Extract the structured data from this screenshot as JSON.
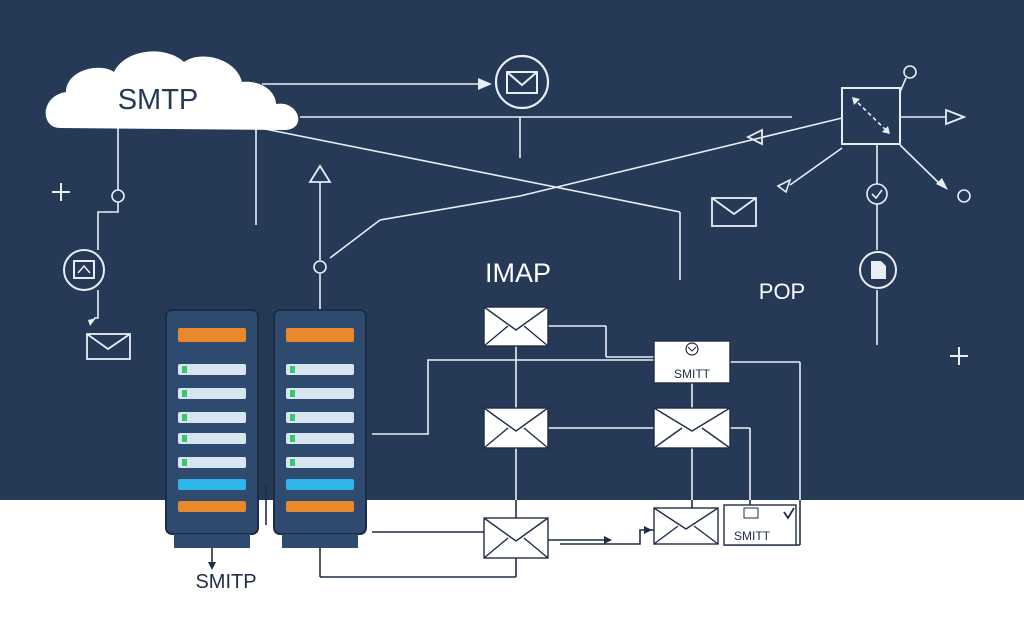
{
  "labels": {
    "cloud": "SMTP",
    "imap": "IMAP",
    "pop": "POP",
    "server_bottom": "SMITP",
    "box_top": "SMITT",
    "box_bottom": "SMITT"
  },
  "colors": {
    "background_dark": "#263a58",
    "background_light": "#ffffff",
    "line_light": "#e9eef5",
    "line_dark": "#1f2d47",
    "server_body": "#2e4a6e",
    "server_slot_orange": "#e8892b",
    "server_slot_blue": "#2fb6e8",
    "server_slot_light": "#d8e6f2",
    "server_led_green": "#3cc66b"
  },
  "icons": [
    "cloud-icon",
    "mail-circle-icon",
    "server-rack-icon",
    "envelope-icon",
    "document-icon",
    "check-icon",
    "plus-icon",
    "arrow-icon"
  ]
}
